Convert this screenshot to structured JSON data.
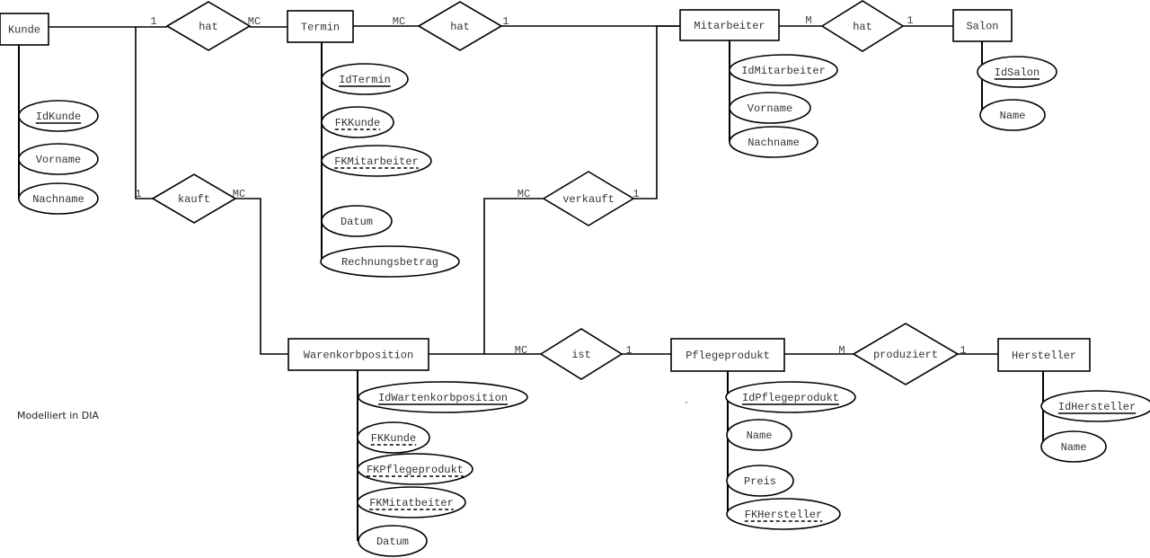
{
  "diagram": {
    "type": "er-diagram",
    "note": "Modelliert in DIA",
    "entities": [
      {
        "id": "kunde",
        "label": "Kunde",
        "attributes": [
          {
            "label": "IdKunde",
            "key": "primary"
          },
          {
            "label": "Vorname",
            "key": "none"
          },
          {
            "label": "Nachname",
            "key": "none"
          }
        ]
      },
      {
        "id": "termin",
        "label": "Termin",
        "attributes": [
          {
            "label": "IdTermin",
            "key": "primary"
          },
          {
            "label": "FKKunde",
            "key": "foreign"
          },
          {
            "label": "FKMitarbeiter",
            "key": "foreign"
          },
          {
            "label": "Datum",
            "key": "none"
          },
          {
            "label": "Rechnungsbetrag",
            "key": "none"
          }
        ]
      },
      {
        "id": "mitarbeiter",
        "label": "Mitarbeiter",
        "attributes": [
          {
            "label": "IdMitarbeiter",
            "key": "none"
          },
          {
            "label": "Vorname",
            "key": "none"
          },
          {
            "label": "Nachname",
            "key": "none"
          }
        ]
      },
      {
        "id": "salon",
        "label": "Salon",
        "attributes": [
          {
            "label": "IdSalon",
            "key": "primary"
          },
          {
            "label": "Name",
            "key": "none"
          }
        ]
      },
      {
        "id": "warenkorbposition",
        "label": "Warenkorbposition",
        "attributes": [
          {
            "label": "IdWartenkorbposition",
            "key": "primary"
          },
          {
            "label": "FKKunde",
            "key": "foreign"
          },
          {
            "label": "FKPflegeprodukt",
            "key": "foreign"
          },
          {
            "label": "FKMitatbeiter",
            "key": "foreign"
          },
          {
            "label": "Datum",
            "key": "none"
          }
        ]
      },
      {
        "id": "pflegeprodukt",
        "label": "Pflegeprodukt",
        "attributes": [
          {
            "label": "IdPflegeprodukt",
            "key": "primary"
          },
          {
            "label": "Name",
            "key": "none"
          },
          {
            "label": "Preis",
            "key": "none"
          },
          {
            "label": "FKHersteller",
            "key": "foreign"
          }
        ]
      },
      {
        "id": "hersteller",
        "label": "Hersteller",
        "attributes": [
          {
            "label": "IdHersteller",
            "key": "primary"
          },
          {
            "label": "Name",
            "key": "none"
          }
        ]
      }
    ],
    "relationships": [
      {
        "id": "kunde-hat-termin",
        "label": "hat",
        "from": "kunde",
        "to": "termin",
        "from_card": "1",
        "to_card": "MC"
      },
      {
        "id": "termin-hat-mitarbeiter",
        "label": "hat",
        "from": "termin",
        "to": "mitarbeiter",
        "from_card": "MC",
        "to_card": "1"
      },
      {
        "id": "mitarbeiter-hat-salon",
        "label": "hat",
        "from": "mitarbeiter",
        "to": "salon",
        "from_card": "M",
        "to_card": "1"
      },
      {
        "id": "kunde-kauft-warenkorbposition",
        "label": "kauft",
        "from": "kunde",
        "to": "warenkorbposition",
        "from_card": "1",
        "to_card": "MC"
      },
      {
        "id": "warenkorbposition-verkauft-mitarbeiter",
        "label": "verkauft",
        "from": "warenkorbposition",
        "to": "mitarbeiter",
        "from_card": "MC",
        "to_card": "1"
      },
      {
        "id": "warenkorbposition-ist-pflegeprodukt",
        "label": "ist",
        "from": "warenkorbposition",
        "to": "pflegeprodukt",
        "from_card": "MC",
        "to_card": "1"
      },
      {
        "id": "pflegeprodukt-produziert-hersteller",
        "label": "produziert",
        "from": "pflegeprodukt",
        "to": "hersteller",
        "from_card": "M",
        "to_card": "1"
      }
    ]
  }
}
